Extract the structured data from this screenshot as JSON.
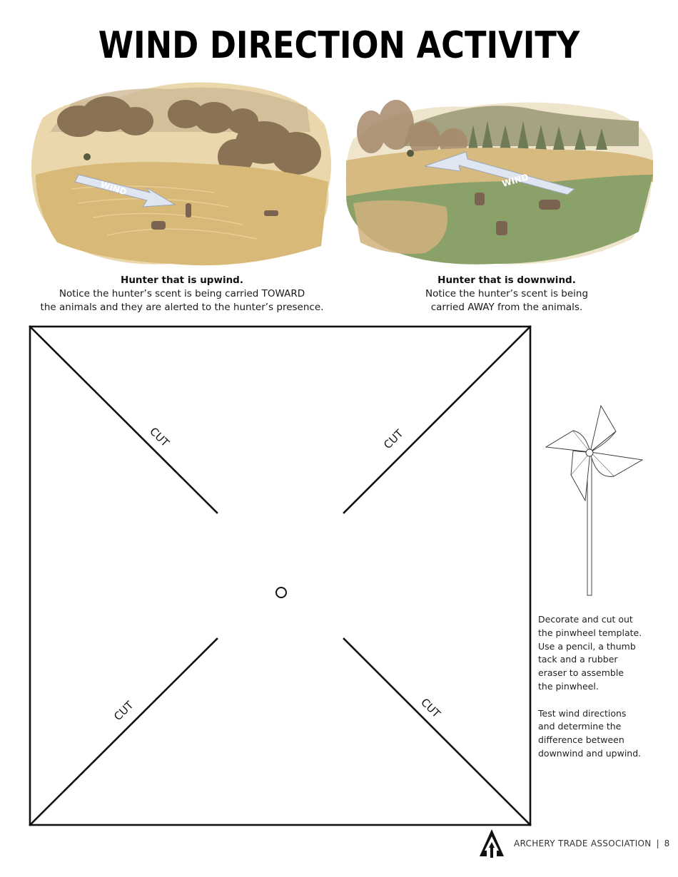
{
  "title": "WIND DIRECTION ACTIVITY",
  "scenes": [
    {
      "id": "upwind",
      "arrow_label": "WIND",
      "caption_head": "Hunter that is upwind.",
      "caption_line1": "Notice the hunter’s scent is being carried TOWARD",
      "caption_line2": "the animals and they are alerted to the hunter’s presence.",
      "colors": {
        "ground": "#d9b978",
        "trees": "#8a7354",
        "far_trees": "#c9b48e"
      }
    },
    {
      "id": "downwind",
      "arrow_label": "WIND",
      "caption_head": "Hunter that is downwind.",
      "caption_line1": "Notice the hunter’s scent is being",
      "caption_line2": "carried AWAY from the animals.",
      "colors": {
        "ground": "#8aa26a",
        "field": "#d6ba80",
        "hills": "#a5a382",
        "pines": "#6f7b56"
      }
    }
  ],
  "template": {
    "cut_labels": [
      "CUT",
      "CUT",
      "CUT",
      "CUT"
    ]
  },
  "instructions": {
    "paragraph1": "Decorate and cut out\nthe pinwheel template.\nUse a pencil, a thumb\ntack and a rubber\neraser to assemble\nthe pinwheel.",
    "paragraph2": "Test wind directions\nand determine the\ndifference between\ndownwind and upwind."
  },
  "footer": {
    "organization": "ARCHERY TRADE ASSOCIATION",
    "separator": "|",
    "page_number": "8"
  }
}
